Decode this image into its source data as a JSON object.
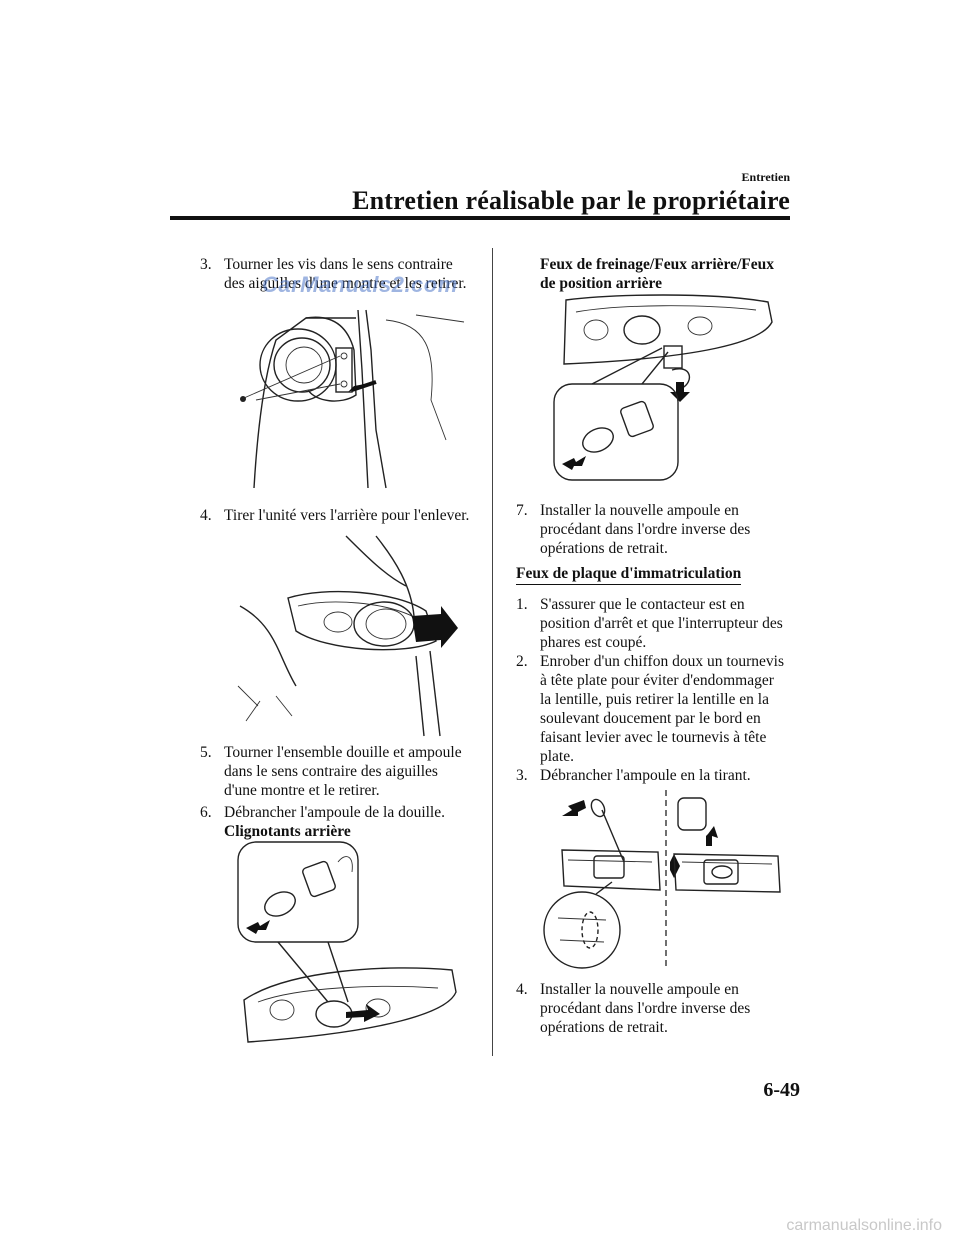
{
  "header": {
    "section": "Entretien",
    "chapter_title": "Entretien réalisable par le propriétaire"
  },
  "left_column": {
    "step3": {
      "num": "3.",
      "text": "Tourner les vis dans le sens contraire des aiguilles d'une montre et les retirer."
    },
    "step4": {
      "num": "4.",
      "text": "Tirer l'unité vers l'arrière pour l'enlever."
    },
    "step5": {
      "num": "5.",
      "text": "Tourner l'ensemble douille et ampoule dans le sens contraire des aiguilles d'une montre et le retirer."
    },
    "step6": {
      "num": "6.",
      "text": "Débrancher l'ampoule de la douille."
    },
    "sub_turn_signals": "Clignotants arrière"
  },
  "right_column": {
    "sub_brake_lights": "Feux de freinage/Feux arrière/Feux de position arrière",
    "step7": {
      "num": "7.",
      "text": "Installer la nouvelle ampoule en procédant dans l'ordre inverse des opérations de retrait."
    },
    "heading_plate": "Feux de plaque d'immatriculation",
    "plate_step1": {
      "num": "1.",
      "text": "S'assurer que le contacteur est en position d'arrêt et que l'interrupteur des phares est coupé."
    },
    "plate_step2": {
      "num": "2.",
      "text": "Enrober d'un chiffon doux un tournevis à tête plate pour éviter d'endommager la lentille, puis retirer la lentille en la soulevant doucement par le bord en faisant levier avec le tournevis à tête plate."
    },
    "plate_step3": {
      "num": "3.",
      "text": "Débrancher l'ampoule en la tirant."
    },
    "plate_step4": {
      "num": "4.",
      "text": "Installer la nouvelle ampoule en procédant dans l'ordre inverse des opérations de retrait."
    }
  },
  "page_number": "6-49",
  "watermark": "CarManuals2.com",
  "footer_watermark": "carmanualsonline.info"
}
